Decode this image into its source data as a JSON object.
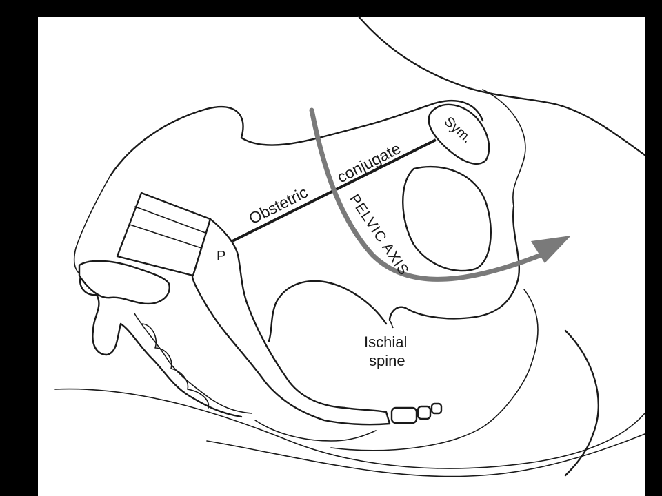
{
  "figure": {
    "labels": {
      "symphysis": "Sym.",
      "obstetric": "Obstetric",
      "conjugate": "conjugate",
      "pelvic_axis": "PELVIC AXIS",
      "promontory": "P",
      "ischial_spine_line1": "Ischial",
      "ischial_spine_line2": "spine"
    },
    "colors": {
      "background": "#000000",
      "paper": "#ffffff",
      "ink": "#1a1a1a",
      "axis_arrow": "#7a7a7a"
    }
  }
}
